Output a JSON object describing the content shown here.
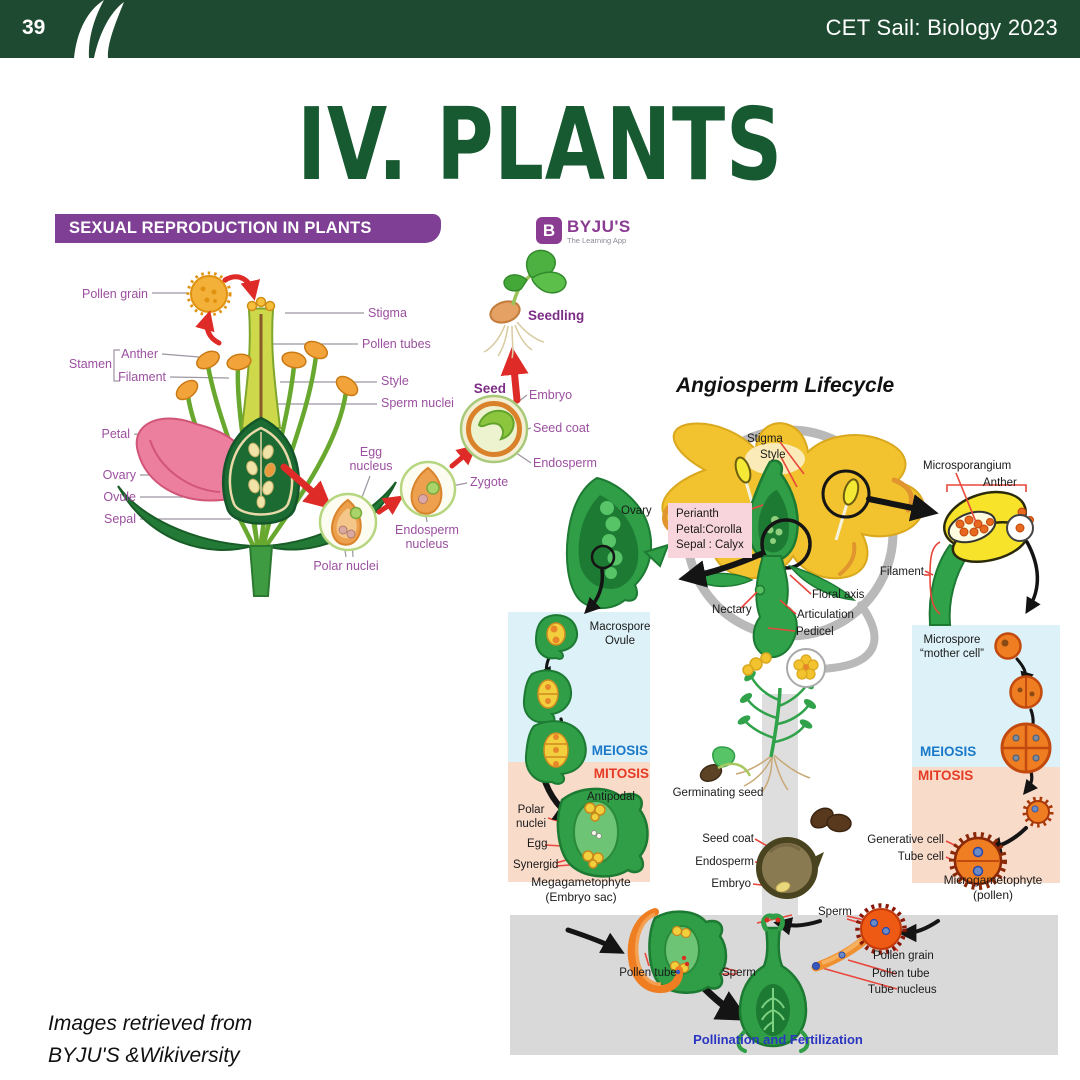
{
  "header": {
    "page_number": "39",
    "course": "CET Sail: Biology 2023"
  },
  "title": "IV. PLANTS",
  "credit": "Images retrieved from\nBYJU'S &Wikiversity",
  "colors": {
    "header_green": "#1d4a30",
    "title_green": "#175a31",
    "banner_purple": "#7e3f95",
    "byjus_purple": "#8a3b92",
    "label_purple": "#9b4f9f",
    "arrow_red": "#df2b28",
    "leader_red": "#e8473c",
    "meiosis_blue": "#1b79c8",
    "mitosis_red": "#e53a24",
    "panel_blue": "#dcf1f8",
    "panel_salmon": "#f9dbca",
    "panel_gray": "#d9d9d9",
    "pollination_blue": "#2a35c0",
    "flower_yellow": "#f2c32e",
    "plant_green": "#2f9e47"
  },
  "byjus": {
    "banner": "SEXUAL REPRODUCTION IN PLANTS",
    "logo_letter": "B",
    "logo": "BYJU'S",
    "logo_tagline": "The Learning App",
    "labels": {
      "pollen_grain": "Pollen grain",
      "stigma": "Stigma",
      "pollen_tubes": "Pollen tubes",
      "stamen": "Stamen",
      "anther": "Anther",
      "filament": "Filament",
      "style": "Style",
      "sperm_nuclei": "Sperm nuclei",
      "petal": "Petal",
      "ovary": "Ovary",
      "ovule": "Ovule",
      "sepal": "Sepal",
      "egg_nucleus": "Egg\nnucleus",
      "polar_nuclei": "Polar nuclei",
      "endosperm_nucleus": "Endosperm\nnucleus",
      "zygote": "Zygote",
      "seed": "Seed",
      "embryo": "Embryo",
      "seed_coat": "Seed coat",
      "endosperm": "Endosperm",
      "seedling": "Seedling"
    }
  },
  "lifecycle": {
    "title": "Angiosperm Lifecycle",
    "labels": {
      "stigma": "Stigma",
      "style": "Style",
      "microsporangium": "Microsporangium",
      "anther": "Anther",
      "perianth": "Perianth\nPetal:Corolla\nSepal : Calyx",
      "filament": "Filament",
      "floral_axis": "Floral axis",
      "articulation": "Articulation",
      "pedicel": "Pedicel",
      "nectary": "Nectary",
      "ovary": "Ovary",
      "macrospore": "Macrospore\nOvule",
      "meiosis_left": "MEIOSIS",
      "mitosis_left": "MITOSIS",
      "antipodal": "Antipodal",
      "polar_nuclei": "Polar\nnuclei",
      "egg": "Egg",
      "synergid": "Synergid",
      "megagametophyte": "Megagametophyte\n(Embryo sac)",
      "germinating_seed": "Germinating seed",
      "seed_coat": "Seed coat",
      "endosperm": "Endosperm",
      "embryo": "Embryo",
      "microspore": "Microspore\n“mother cell”",
      "meiosis_right": "MEIOSIS",
      "mitosis_right": "MITOSIS",
      "generative_cell": "Generative cell",
      "tube_cell": "Tube cell",
      "microgametophyte": "Microgametophyte\n(pollen)",
      "pollen_tube_left": "Pollen tube",
      "sperm_left": "Sperm",
      "sperm_right": "Sperm",
      "pollen_grain": "Pollen grain",
      "pollen_tube_right": "Pollen tube",
      "tube_nucleus": "Tube nucleus",
      "pollination": "Pollination and Fertilization"
    }
  }
}
